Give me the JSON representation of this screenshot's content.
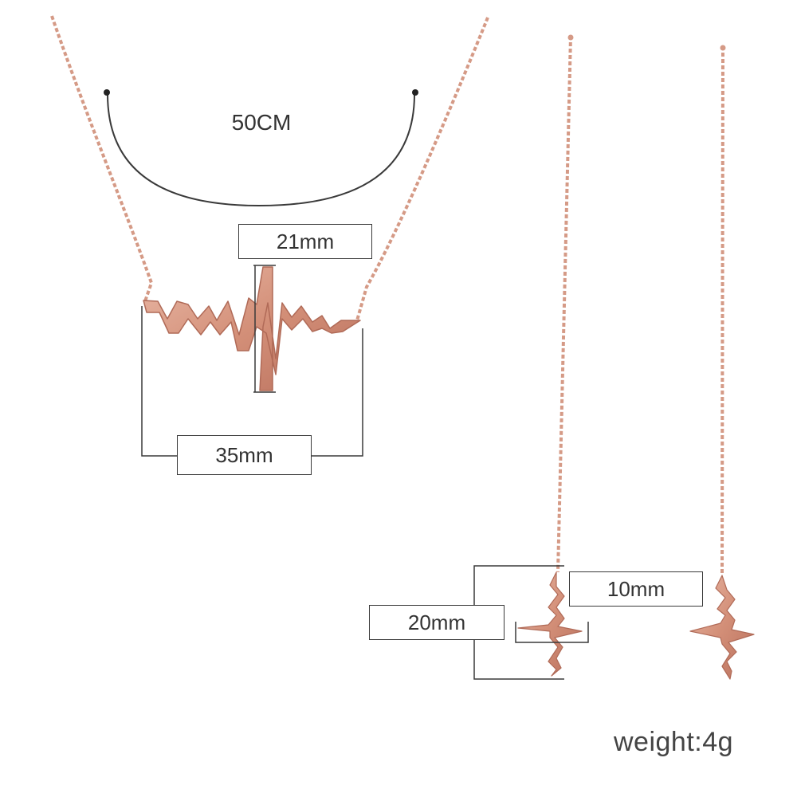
{
  "product": {
    "chain_length_label": "50CM",
    "necklace_pendant_height_label": "21mm",
    "necklace_pendant_width_label": "35mm",
    "earring_width_label": "10mm",
    "earring_height_label": "20mm",
    "weight_label": "weight:4g"
  },
  "colors": {
    "rose_gold": "#d99a85",
    "rose_gold_dark": "#b8705c",
    "line": "#3a3a3a"
  }
}
